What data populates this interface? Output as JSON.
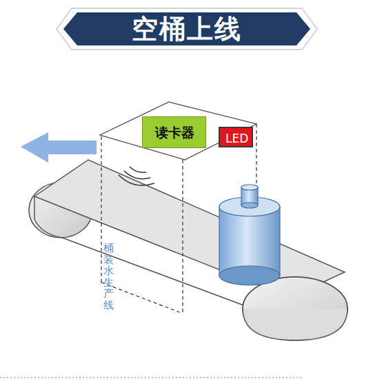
{
  "diagram": {
    "title": "空桶上线",
    "nodes": [
      {
        "text": [
          "读卡器"
        ]
      },
      {
        "text": [
          "LED"
        ]
      }
    ],
    "labels": [
      "桶装水生产线"
    ]
  }
}
